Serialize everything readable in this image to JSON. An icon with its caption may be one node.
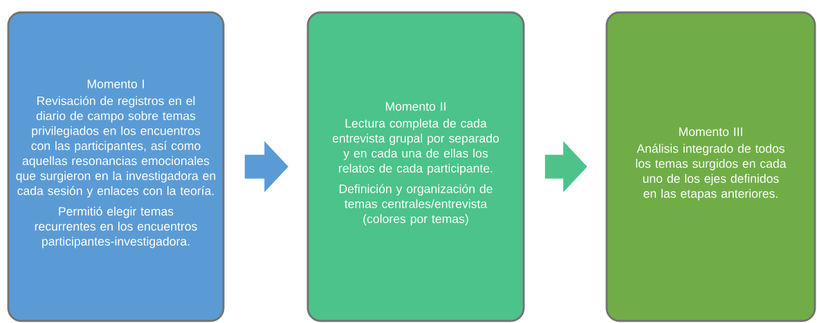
{
  "diagram": {
    "nodes": [
      {
        "text": [
          "Momento I",
          "Revisación de registros en el diario de campo sobre temas privilegiados en los encuentros con las participantes, así como aquellas resonancias emocionales que surgieron en la investigadora en cada sesión y enlaces con la teoría.",
          "Permitió elegir temas recurrentes en los encuentros participantes-investigadora."
        ]
      },
      {
        "text": [
          "Momento II",
          "Lectura completa de cada entrevista grupal por separado y en cada una de ellas los relatos de cada participante.",
          "Definición y organización de temas centrales/entrevista (colores por temas)"
        ]
      },
      {
        "text": [
          "Momento III",
          "Análisis integrado de todos los temas surgidos en cada uno de los ejes definidos en las etapas anteriores."
        ]
      }
    ],
    "edges": [
      {
        "from": 0,
        "to": 1,
        "arrow": "to",
        "color": "#5b9bd5"
      },
      {
        "from": 1,
        "to": 2,
        "arrow": "to",
        "color": "#4fc28a"
      }
    ]
  }
}
